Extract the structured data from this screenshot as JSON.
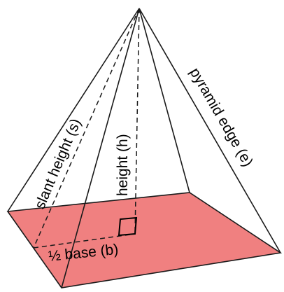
{
  "labels": {
    "slant_height": "slant height (s)",
    "height": "height (h)",
    "pyramid_edge": "pyramid edge (e)",
    "half_base": "½ base (b)"
  },
  "colors": {
    "base_fill": "#f08080",
    "line": "#1a1a1a",
    "text": "#000000"
  }
}
